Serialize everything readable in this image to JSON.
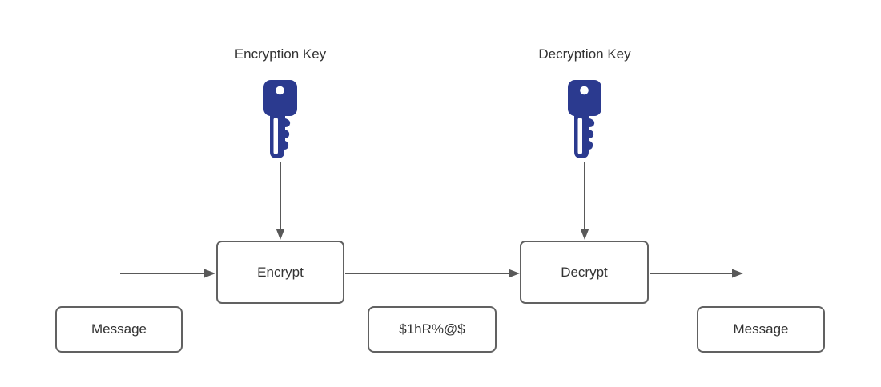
{
  "diagram": {
    "type": "encryption-flow-diagram",
    "encryption_key_label": "Encryption Key",
    "decryption_key_label": "Decryption Key",
    "nodes": {
      "message_in": "Message",
      "encrypt": "Encrypt",
      "ciphertext": "$1hR%@$",
      "decrypt": "Decrypt",
      "message_out": "Message"
    },
    "icons": {
      "encryption_key": "key-icon",
      "decryption_key": "key-icon"
    },
    "colors": {
      "key_fill": "#2b3a8f",
      "node_border": "#616161",
      "arrow": "#595959",
      "text": "#333333",
      "background": "#ffffff"
    }
  }
}
